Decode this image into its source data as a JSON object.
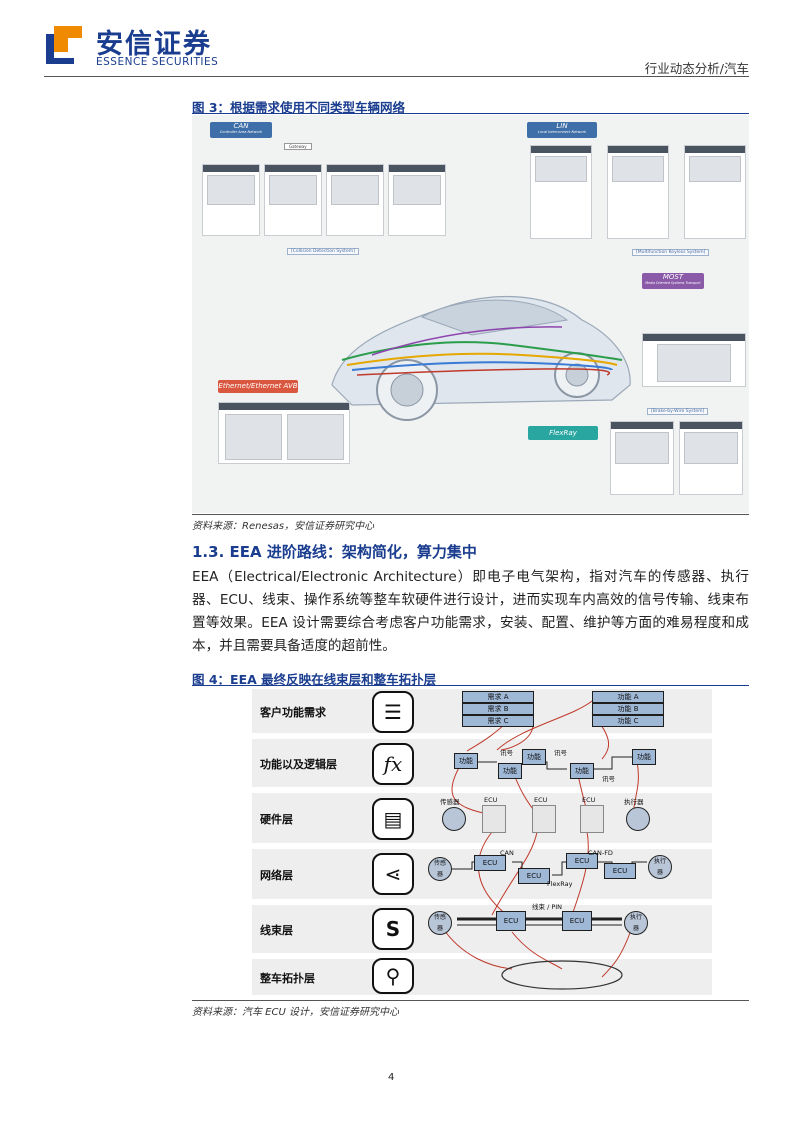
{
  "header": {
    "logo_cn": "安信证券",
    "logo_en": "ESSENCE SECURITIES",
    "report_type": "行业动态分析/汽车"
  },
  "figure3": {
    "title": "图 3：根据需求使用不同类型车辆网络",
    "source": "资料来源：Renesas，安信证券研究中心",
    "tags": {
      "can": "CAN",
      "can_sub": "Controller Area Network",
      "lin": "LIN",
      "lin_sub": "Local Interconnect Network",
      "most": "MOST",
      "most_sub": "Media Oriented Systems Transport",
      "ethernet": "Ethernet/Ethernet AVB",
      "flexray": "FlexRay",
      "collision": "[Collision Detection System]",
      "multifunction": "[Multifunction Keyless System]",
      "brakebywire": "[Brake-by-Wire System]",
      "gateway": "Gateway"
    }
  },
  "section": {
    "title": "1.3. EEA 进阶路线：架构简化，算力集中",
    "paragraph": "EEA（Electrical/Electronic Architecture）即电子电气架构，指对汽车的传感器、执行器、ECU、线束、操作系统等整车软硬件进行设计，进而实现车内高效的信号传输、线束布置等效果。EEA 设计需要综合考虑客户功能需求，安装、配置、维护等方面的难易程度和成本，并且需要具备适度的超前性。"
  },
  "figure4": {
    "title": "图 4：EEA 最终反映在线束层和整车拓扑层",
    "source": "资料来源：汽车 ECU 设计，安信证券研究中心",
    "layers": [
      "客户功能需求",
      "功能以及逻辑层",
      "硬件层",
      "网络层",
      "线束层",
      "整车拓扑层"
    ],
    "requirements": [
      "需求 A",
      "需求 B",
      "需求 C"
    ],
    "functions": [
      "功能 A",
      "功能 B",
      "功能 C"
    ],
    "func_label": "功能",
    "signal_label": "讯号",
    "sensor_label": "传感器",
    "actuator_label": "执行器",
    "ecu_label": "ECU",
    "can_label": "CAN",
    "canfd_label": "CAN-FD",
    "flexray_label": "FlexRay",
    "harness_label": "线束 / PIN",
    "sensor_short": "传感\n器",
    "actuator_short": "执行\n器"
  },
  "page_number": "4",
  "colors": {
    "brand": "#1a3d8f",
    "ecu_blue": "#9fb8d6",
    "link_red": "#c0392b"
  }
}
